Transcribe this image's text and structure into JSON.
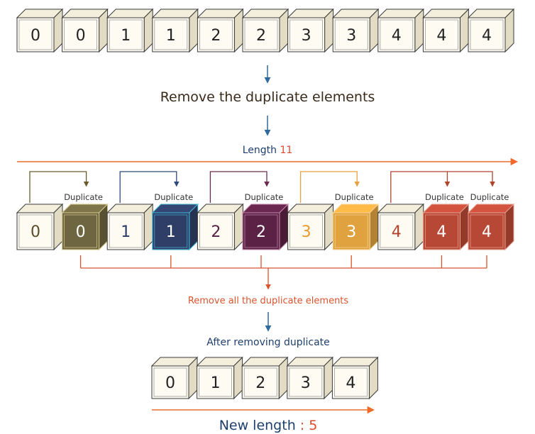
{
  "top_row": {
    "values": [
      "0",
      "0",
      "1",
      "1",
      "2",
      "2",
      "3",
      "3",
      "4",
      "4",
      "4"
    ]
  },
  "step1_text": "Remove the duplicate elements",
  "length_label": {
    "prefix": "Length",
    "value": "11"
  },
  "middle_row": {
    "cells": [
      {
        "value": "0",
        "dup": false,
        "text_color": "#5b4c2a"
      },
      {
        "value": "0",
        "dup": true,
        "fill": "#6e6640",
        "text_color": "#ffffff",
        "border": "#d8c98e"
      },
      {
        "value": "1",
        "dup": false,
        "text_color": "#2b3a66"
      },
      {
        "value": "1",
        "dup": true,
        "fill": "#2e3e66",
        "text_color": "#ffffff",
        "border": "#3fb5d8"
      },
      {
        "value": "2",
        "dup": false,
        "text_color": "#5a2046"
      },
      {
        "value": "2",
        "dup": true,
        "fill": "#5c2245",
        "text_color": "#ffffff",
        "border": "#c48aae"
      },
      {
        "value": "3",
        "dup": false,
        "text_color": "#e89a2a"
      },
      {
        "value": "3",
        "dup": true,
        "fill": "#e0a23e",
        "text_color": "#ffffff",
        "border": "#f7d69a"
      },
      {
        "value": "4",
        "dup": false,
        "text_color": "#b0452e"
      },
      {
        "value": "4",
        "dup": true,
        "fill": "#b84836",
        "text_color": "#ffffff",
        "border": "#e8a090"
      },
      {
        "value": "4",
        "dup": true,
        "fill": "#b84836",
        "text_color": "#ffffff",
        "border": "#e8a090"
      }
    ],
    "duplicate_label": "Duplicate",
    "arrow_colors": [
      "#6a5a2c",
      "#2e4a7a",
      "#6a2a52",
      "#e8a040",
      "#b0452e"
    ]
  },
  "step2_text": "Remove all the duplicate elements",
  "step3_text": "After removing duplicate",
  "bottom_row": {
    "values": [
      "0",
      "1",
      "2",
      "3",
      "4"
    ]
  },
  "new_length_label": {
    "prefix": "New length",
    "separator": " : ",
    "value": "5"
  },
  "colors": {
    "cube_front": "#fdfbf2",
    "cube_top": "#f4efdc",
    "cube_side": "#e2dcc4",
    "cube_stroke": "#3a3a3a",
    "blue_arrow": "#2e6a9e",
    "orange_line": "#f06a2a",
    "red_text": "#e0482a",
    "dark_blue_text": "#1e3f6e",
    "dark_text": "#3a2a1a"
  }
}
